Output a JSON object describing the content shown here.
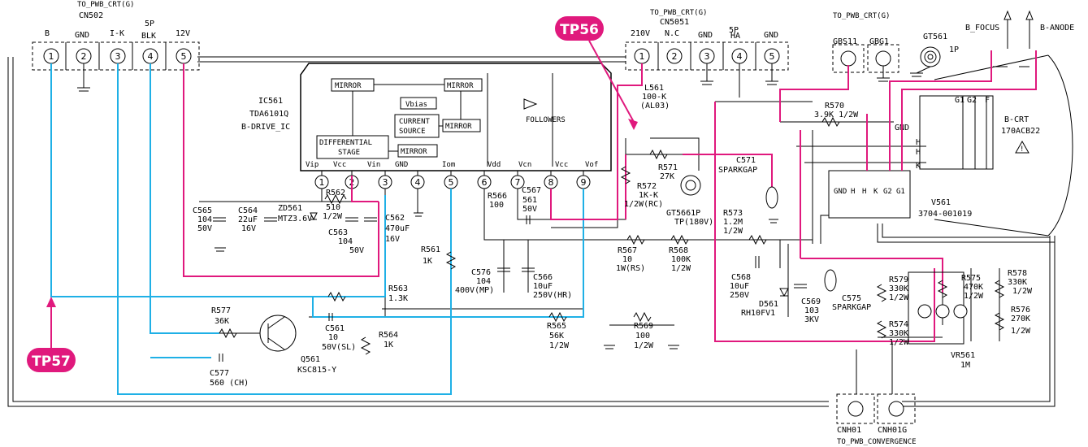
{
  "colors": {
    "probe_wire": "#1fb0e6",
    "signal_wire": "#e0197d",
    "tp_badge": "#e0197d",
    "ink": "#000000"
  },
  "icons": [
    "ground-icon",
    "capacitor-icon",
    "resistor-icon",
    "transistor-icon",
    "diode-icon",
    "warning-icon",
    "anode-arrow-icon"
  ],
  "cn502": {
    "header": "TO_PWB_CRT(G)",
    "name": "CN502",
    "pins_label": "5P",
    "pin_labels": [
      "B",
      "GND",
      "I-K",
      "BLK",
      "12V"
    ],
    "pin_numbers": [
      "1",
      "2",
      "3",
      "4",
      "5"
    ]
  },
  "cn5051": {
    "header": "TO_PWB_CRT(G)",
    "name": "CN5051",
    "pins_label": "5P",
    "pin_labels": [
      "210V",
      "N.C",
      "GND",
      "HA",
      "GND"
    ],
    "pin_numbers": [
      "1",
      "2",
      "3",
      "4",
      "5"
    ]
  },
  "crt_conn": {
    "header": "TO_PWB_CRT(G)",
    "gbs": "GBS11",
    "gbg": "GBG1",
    "gt": "GT561",
    "gt_pins": "1P"
  },
  "outputs": {
    "focus": "B_FOCUS",
    "anode": "B-ANODE"
  },
  "crt": {
    "name": "B-CRT",
    "model": "170ACB22",
    "g1": "G1",
    "g2": "G2",
    "f": "F",
    "h": "H",
    "h2": "H",
    "k": "K",
    "gnd": "GND"
  },
  "socket": {
    "name": "V561",
    "part": "3704-001019",
    "pins": [
      "GND",
      "H",
      "H",
      "K",
      "G2",
      "G1"
    ]
  },
  "ic": {
    "name": "IC561",
    "part": "TDA6101Q",
    "desc": "B-DRIVE_IC",
    "blocks": {
      "mirror": "MIRROR",
      "vbias": "Vbias",
      "current1": "CURRENT",
      "current2": "SOURCE",
      "diff1": "DIFFERENTIAL",
      "diff2": "STAGE",
      "followers": "FOLLOWERS"
    },
    "pin_names": [
      "Vip",
      "Vcc",
      "Vin",
      "GND",
      "Iom",
      "Vdd",
      "Vcn",
      "Vcc",
      "Vof"
    ],
    "pin_numbers": [
      "1",
      "2",
      "3",
      "4",
      "5",
      "6",
      "7",
      "8",
      "9"
    ]
  },
  "tp56": "TP56",
  "tp57": "TP57",
  "components": {
    "l561": [
      "L561",
      "100-K",
      "(AL03)"
    ],
    "r570": [
      "R570",
      "3.9K 1/2W"
    ],
    "r571": [
      "R571",
      "27K"
    ],
    "r572": [
      "R572",
      "1K-K",
      "1/2W(RC)"
    ],
    "gt5661": [
      "GT5661P",
      "TP(180V)"
    ],
    "c571": [
      "C571",
      "SPARKGAP"
    ],
    "r573": [
      "R573",
      "1.2M",
      "1/2W"
    ],
    "r567": [
      "R567",
      "10",
      "1W(RS)"
    ],
    "r568": [
      "R568",
      "100K",
      "1/2W"
    ],
    "r566": [
      "R566",
      "100"
    ],
    "c567": [
      "C567",
      "561",
      "50V"
    ],
    "c576": [
      "C576",
      "104",
      "400V(MP)"
    ],
    "c566": [
      "C566",
      "10uF",
      "250V(HR)"
    ],
    "c568": [
      "C568",
      "10uF",
      "250V"
    ],
    "d561": [
      "D561",
      "RH10FV1"
    ],
    "c569": [
      "C569",
      "103",
      "3KV"
    ],
    "c575": [
      "C575",
      "SPARKGAP"
    ],
    "r579": [
      "R579",
      "330K",
      "1/2W"
    ],
    "r574": [
      "R574",
      "330K",
      "1/2W"
    ],
    "r575": [
      "R575",
      "470K",
      "1/2W"
    ],
    "r578": [
      "R578",
      "330K",
      "1/2W"
    ],
    "r576": [
      "R576",
      "270K",
      "1/2W"
    ],
    "vr561": [
      "VR561",
      "1M"
    ],
    "c565": [
      "C565",
      "104",
      "50V"
    ],
    "c564": [
      "C564",
      "22uF",
      "16V"
    ],
    "zd561": [
      "ZD561",
      "MTZ3.6V"
    ],
    "r562": [
      "R562",
      "510",
      "1/2W"
    ],
    "c563": [
      "C563",
      "104",
      "50V"
    ],
    "c562": [
      "C562",
      "470uF",
      "16V"
    ],
    "r561": [
      "R561",
      "1K"
    ],
    "r563": [
      "R563",
      "1.3K"
    ],
    "r577": [
      "R577",
      "36K"
    ],
    "q561": [
      "Q561",
      "KSC815-Y"
    ],
    "c561": [
      "C561",
      "10",
      "50V(SL)"
    ],
    "r564": [
      "R564",
      "1K"
    ],
    "c577": [
      "C577",
      "560 (CH)"
    ],
    "r565": [
      "R565",
      "56K",
      "1/2W"
    ],
    "r569": [
      "R569",
      "100",
      "1/2W"
    ]
  },
  "conv": {
    "a": "CNH01",
    "b": "CNH01G",
    "footer": "TO_PWB_CONVERGENCE"
  }
}
